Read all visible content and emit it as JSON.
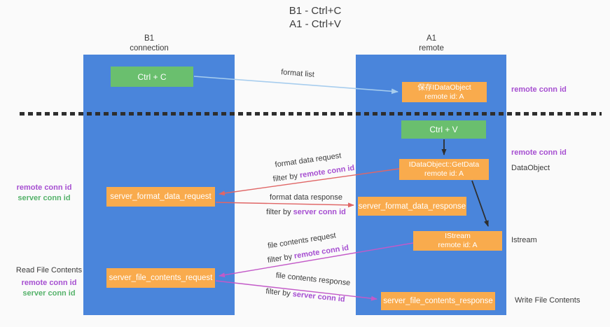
{
  "title": {
    "line1": "B1 - Ctrl+C",
    "line2": "A1 - Ctrl+V"
  },
  "columns": {
    "left": {
      "name": "B1",
      "role": "connection"
    },
    "right": {
      "name": "A1",
      "role": "remote"
    }
  },
  "boxes": {
    "ctrl_c": {
      "label": "Ctrl + C"
    },
    "save_dataobject": {
      "line1": "保存IDataObject",
      "line2": "remote id: A"
    },
    "ctrl_v": {
      "label": "Ctrl + V"
    },
    "getdata": {
      "line1": "IDataObject::GetData",
      "line2": "remote id: A"
    },
    "istream": {
      "line1": "IStream",
      "line2": "remote id: A"
    },
    "format_request": {
      "label": "server_format_data_request"
    },
    "format_response": {
      "label": "server_format_data_response"
    },
    "file_request": {
      "label": "server_file_contents_request"
    },
    "file_response": {
      "label": "server_file_contents_response"
    }
  },
  "arrows": {
    "format_list": {
      "label": "format list"
    },
    "format_request": {
      "label": "format data request",
      "filter_prefix": "filter by ",
      "filter_key": "remote conn id"
    },
    "format_response": {
      "label": "format data response",
      "filter_prefix": "filter by ",
      "filter_key": "server conn id"
    },
    "file_request": {
      "label": "file contents request",
      "filter_prefix": "filter by ",
      "filter_key": "remote conn id"
    },
    "file_response": {
      "label": "file contents response",
      "filter_prefix": "filter by ",
      "filter_key": "server conn id"
    }
  },
  "side_labels": {
    "right_remote_conn_1": "remote conn id",
    "right_remote_conn_2": "remote conn id",
    "right_dataobject": "DataObject",
    "right_istream": "Istream",
    "right_write_file": "Write File Contents",
    "left_remote_conn_1": "remote conn id",
    "left_server_conn_1": "server conn id",
    "left_read_file": "Read File Contents",
    "left_remote_conn_2": "remote conn id",
    "left_server_conn_2": "server conn id"
  },
  "colors": {
    "background": "#fafafa",
    "column_blue": "#4a85db",
    "box_green": "#6abf6e",
    "box_orange": "#f9ab4d",
    "arrow_light_blue": "#a7cdee",
    "arrow_black": "#2e2e2e",
    "arrow_red": "#e06666",
    "arrow_magenta": "#c35ac8",
    "text_purple": "#a64fd1",
    "text_green": "#55b26a"
  }
}
